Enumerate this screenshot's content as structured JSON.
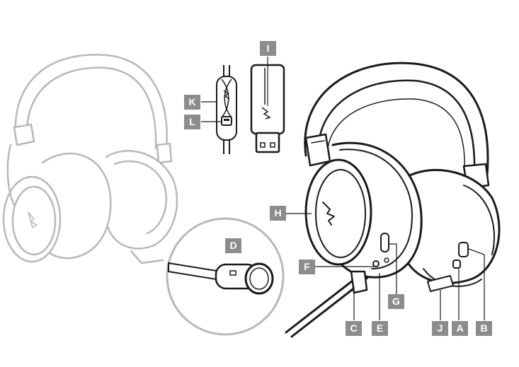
{
  "callouts": {
    "A": "A",
    "B": "B",
    "C": "C",
    "D": "D",
    "E": "E",
    "F": "F",
    "G": "G",
    "H": "H",
    "I": "I",
    "J": "J",
    "K": "K",
    "L": "L"
  },
  "colors": {
    "callout_bg": "#8c8c8c",
    "callout_text": "#ffffff",
    "ghost_line": "#b8b8b8",
    "line": "#1a1a1a"
  },
  "icons": [
    "corsair-logo-icon",
    "usb-connector-icon"
  ]
}
